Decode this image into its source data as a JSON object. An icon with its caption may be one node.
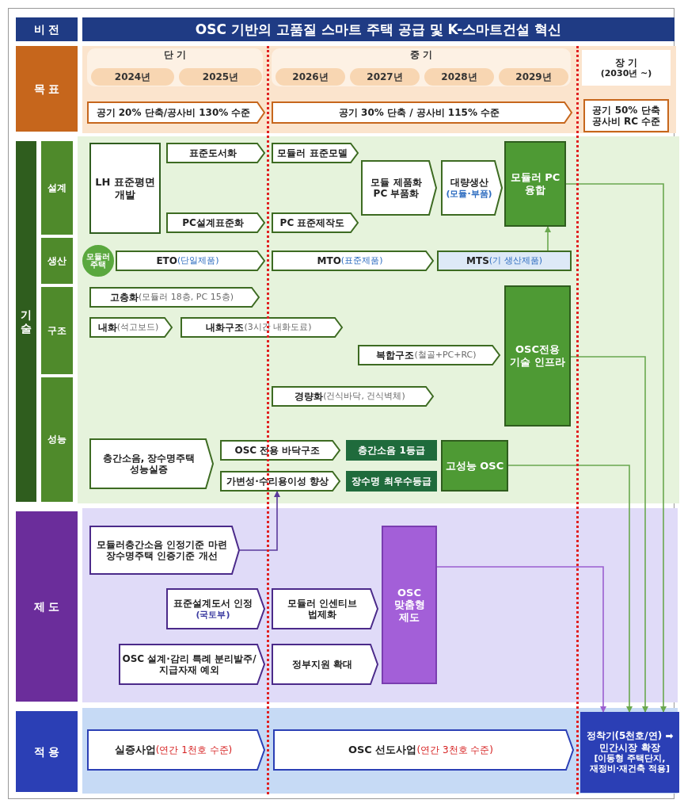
{
  "diagram": {
    "nodes": [
      {
        "text": [
          "비 전"
        ]
      },
      {
        "text": [
          "OSC 기반의 고품질 스마트 주택 공급 및 K-스마트건설 혁신"
        ]
      },
      {
        "text": [
          "목 표"
        ]
      },
      {
        "text": [
          "단 기"
        ]
      },
      {
        "text": [
          "2024년"
        ],
        "in": 3
      },
      {
        "text": [
          "2025년"
        ],
        "in": 3
      },
      {
        "text": [
          "중 기"
        ]
      },
      {
        "text": [
          "2026년"
        ],
        "in": 6
      },
      {
        "text": [
          "2027년"
        ],
        "in": 6
      },
      {
        "text": [
          "2028년"
        ],
        "in": 6
      },
      {
        "text": [
          "2029년"
        ],
        "in": 6
      },
      {
        "text": [
          "장 기",
          "(2030년 ~)"
        ]
      },
      {
        "text": [
          "공기 20% 단축/공사비 130% 수준"
        ]
      },
      {
        "text": [
          "공기 30% 단축 / 공사비 115% 수준"
        ]
      },
      {
        "text": [
          "공기 50% 단축 공사비 RC 수준"
        ]
      },
      {
        "text": [
          "기 술"
        ]
      },
      {
        "text": [
          "설계"
        ]
      },
      {
        "text": [
          "생산"
        ]
      },
      {
        "text": [
          "구조"
        ]
      },
      {
        "text": [
          "성능"
        ]
      },
      {
        "text": [
          "LH 표준평면 개발"
        ]
      },
      {
        "text": [
          "표준도서화"
        ]
      },
      {
        "text": [
          "PC설계표준화"
        ]
      },
      {
        "text": [
          "모듈러 표준모델"
        ]
      },
      {
        "text": [
          "PC 표준제작도"
        ]
      },
      {
        "text": [
          "모듈 제품화 PC 부품화"
        ]
      },
      {
        "text": [
          "대량생산",
          "(모듈·부품)"
        ]
      },
      {
        "text": [
          "모듈러 PC 융합"
        ]
      },
      {
        "text": [
          "모듈러 주택"
        ]
      },
      {
        "text": [
          "ETO",
          "(단일제품)"
        ]
      },
      {
        "text": [
          "MTO",
          "(표준제품)"
        ]
      },
      {
        "text": [
          "MTS",
          "(기 생산제품)"
        ]
      },
      {
        "text": [
          "고층화",
          "(모듈러 18층, PC 15층)"
        ]
      },
      {
        "text": [
          "내화",
          "(석고보드)"
        ]
      },
      {
        "text": [
          "내화구조",
          "(3시간 내화도료)"
        ]
      },
      {
        "text": [
          "복합구조",
          "(철골+PC+RC)"
        ]
      },
      {
        "text": [
          "OSC전용 기술 인프라"
        ]
      },
      {
        "text": [
          "경량화",
          "(건식바닥, 건식벽체)"
        ]
      },
      {
        "text": [
          "층간소음, 장수명주택 성능실증"
        ]
      },
      {
        "text": [
          "OSC 전용 바닥구조"
        ]
      },
      {
        "text": [
          "가변성·수리용이성 향상"
        ]
      },
      {
        "text": [
          "층간소음 1등급"
        ]
      },
      {
        "text": [
          "장수명 최우수등급"
        ]
      },
      {
        "text": [
          "고성능 OSC"
        ]
      },
      {
        "text": [
          "제 도"
        ]
      },
      {
        "text": [
          "모듈러층간소음 인정기준 마련 장수명주택 인증기준 개선"
        ]
      },
      {
        "text": [
          "표준설계도서 인정",
          "(국토부)"
        ]
      },
      {
        "text": [
          "모듈러 인센티브 법제화"
        ]
      },
      {
        "text": [
          "OSC 설계·감리 특례 분리발주/지급자재 예외"
        ]
      },
      {
        "text": [
          "정부지원 확대"
        ]
      },
      {
        "text": [
          "OSC 맞춤형 제도"
        ]
      },
      {
        "text": [
          "적 용"
        ]
      },
      {
        "text": [
          "실증사업",
          "(연간 1천호 수준)"
        ]
      },
      {
        "text": [
          "OSC 선도사업",
          "(연간 3천호 수준)"
        ]
      },
      {
        "text": [
          "정착기(5천호/연) ➡민간시장 확장",
          "[이동형 주택단지, 재정비·재건축 적용]"
        ]
      }
    ],
    "edges": [
      {
        "from": 31,
        "to": 27,
        "arrow": "to"
      },
      {
        "from": 27,
        "to": 54,
        "arrow": "to"
      },
      {
        "from": 36,
        "to": 54,
        "arrow": "to"
      },
      {
        "from": 43,
        "to": 54,
        "arrow": "to"
      },
      {
        "from": 50,
        "to": 54,
        "arrow": "to",
        "color": "#9b5fd0"
      },
      {
        "from": 45,
        "to": 40,
        "arrow": "to",
        "color": "#5a3a9a"
      }
    ]
  }
}
